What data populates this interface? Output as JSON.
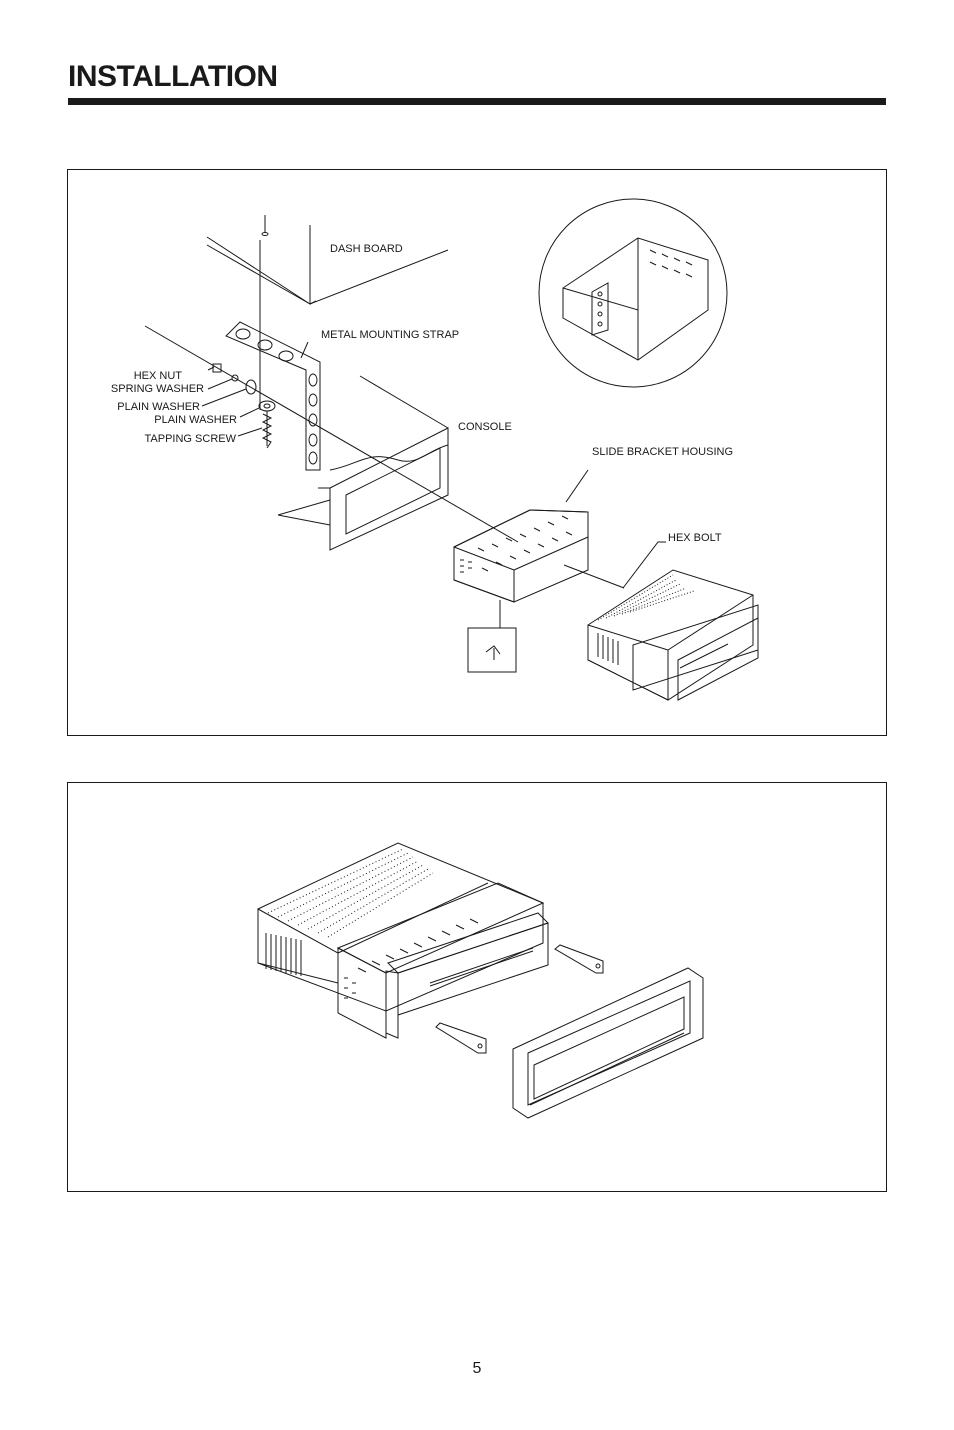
{
  "header": {
    "title": "INSTALLATION"
  },
  "figure1": {
    "labels": {
      "dash_board": "DASH BOARD",
      "metal_mounting_strap": "METAL MOUNTING STRAP",
      "hex_nut": "HEX NUT",
      "spring_washer": "SPRING WASHER",
      "plain_washer_1": "PLAIN WASHER",
      "plain_washer_2": "PLAIN WASHER",
      "tapping_screw": "TAPPING SCREW",
      "console": "CONSOLE",
      "slide_bracket_housing": "SLIDE BRACKET HOUSING",
      "hex_bolt": "HEX BOLT"
    }
  },
  "footer": {
    "page_number": "5"
  }
}
